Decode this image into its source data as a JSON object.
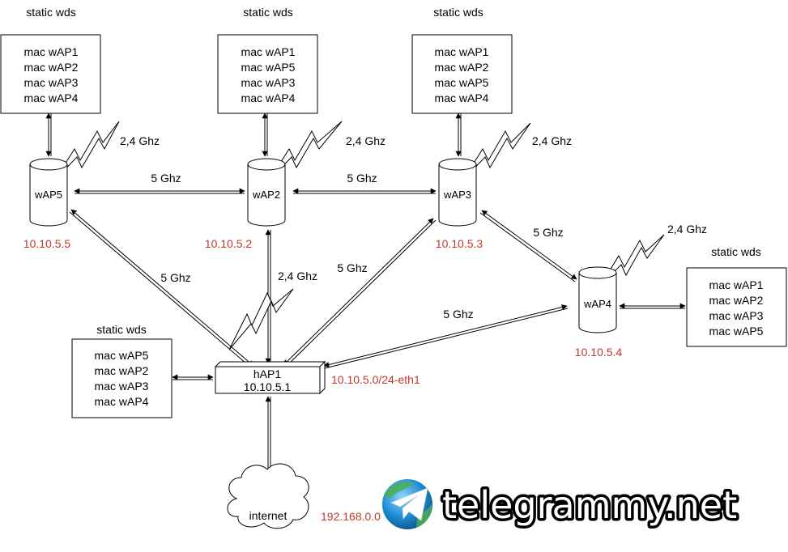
{
  "colors": {
    "ip": "#c0392b",
    "line": "#000000",
    "watermark_blue": "#1f8fd6",
    "watermark_green": "#4caf50"
  },
  "labels": {
    "static_wds": "static wds",
    "band_5": "5 Ghz",
    "band_24": "2,4 Ghz"
  },
  "devices": {
    "wap5": {
      "name": "wAP5",
      "ip": "10.10.5.5"
    },
    "wap2": {
      "name": "wAP2",
      "ip": "10.10.5.2"
    },
    "wap3": {
      "name": "wAP3",
      "ip": "10.10.5.3"
    },
    "wap4": {
      "name": "wAP4",
      "ip": "10.10.5.4"
    },
    "hap1": {
      "name": "hAP1",
      "ip": "10.10.5.1",
      "subnet": "10.10.5.0/24-eth1"
    },
    "internet": {
      "name": "internet",
      "subnet": "192.168.0.0"
    }
  },
  "wds_lists": {
    "wap5": [
      "mac wAP1",
      "mac wAP2",
      "mac wAP3",
      "mac wAP4"
    ],
    "wap2": [
      "mac wAP1",
      "mac wAP5",
      "mac wAP3",
      "mac wAP4"
    ],
    "wap3": [
      "mac wAP1",
      "mac wAP2",
      "mac wAP5",
      "mac wAP4"
    ],
    "wap4": [
      "mac wAP1",
      "mac wAP2",
      "mac wAP3",
      "mac wAP5"
    ],
    "hap1": [
      "mac wAP5",
      "mac wAP2",
      "mac wAP3",
      "mac wAP4"
    ]
  },
  "watermark": {
    "text": "telegrammy.net",
    "icon": "telegram-logo-icon"
  }
}
